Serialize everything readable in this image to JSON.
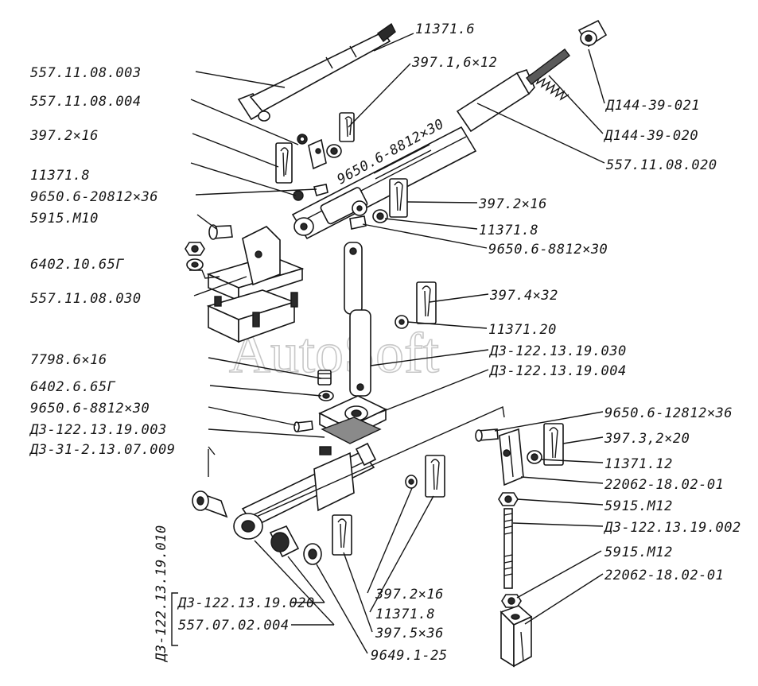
{
  "watermark": "AutoSoft",
  "labels": {
    "l557_11_08_003": "557.11.08.003",
    "l557_11_08_004": "557.11.08.004",
    "l397_2x16_a": "397.2×16",
    "l11371_8_a": "11371.8",
    "l9650_6_20812x36": "9650.6-20812×36",
    "l5915_M10": "5915.M10",
    "l6402_10_65G": "6402.10.65Г",
    "l557_11_08_030": "557.11.08.030",
    "l7798_6x16": "7798.6×16",
    "l6402_6_65G": "6402.6.65Г",
    "l9650_6_8812x30_a": "9650.6-8812×30",
    "lD3_122_13_19_003": "Д3-122.13.19.003",
    "lD3_31_2_13_07_009": "Д3-31-2.13.07.009",
    "l11371_6": "11371.6",
    "l397_1_6x12": "397.1,6×12",
    "l9650_6_8812x30_b": "9650.6-8812×30",
    "lD144_39_021": "Д144-39-021",
    "lD144_39_020": "Д144-39-020",
    "l557_11_08_020": "557.11.08.020",
    "l397_2x16_b": "397.2×16",
    "l11371_8_b": "11371.8",
    "l9650_6_8812x30_c": "9650.6-8812×30",
    "l397_4x32": "397.4×32",
    "l11371_20": "11371.20",
    "lD3_122_13_19_030": "Д3-122.13.19.030",
    "lD3_122_13_19_004": "Д3-122.13.19.004",
    "l9650_6_12812x36": "9650.6-12812×36",
    "l397_3_2x20": "397.3,2×20",
    "l11371_12": "11371.12",
    "l22062_18_02_01_a": "22062-18.02-01",
    "l5915_M12_a": "5915.M12",
    "lD3_122_13_19_002": "Д3-122.13.19.002",
    "l5915_M12_b": "5915.M12",
    "l22062_18_02_01_b": "22062-18.02-01",
    "lD3_122_13_19_010": "Д3-122.13.19.010",
    "lD3_122_13_19_020": "Д3-122.13.19.020",
    "l557_07_02_004": "557.07.02.004",
    "l397_2x16_c": "397.2×16",
    "l11371_8_c": "11371.8",
    "l397_5x36": "397.5×36",
    "l9649_1_25": "9649.1-25"
  }
}
